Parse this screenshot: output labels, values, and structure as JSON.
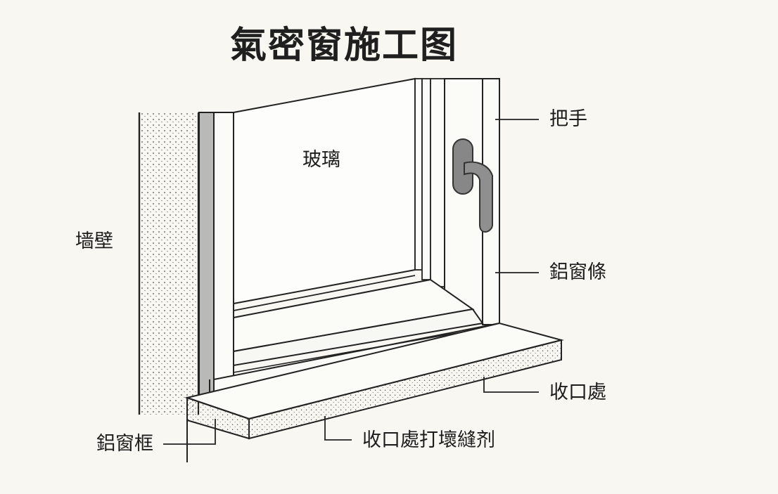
{
  "title": "氣密窗施工图",
  "labels": {
    "glass": "玻璃",
    "wall": "墙壁",
    "handle": "把手",
    "sash": "鋁窗條",
    "finish": "收口處",
    "sealant": "收口處打壞縫剂",
    "frame": "鋁窗框"
  },
  "colors": {
    "background": "#f8f7f1",
    "line": "#222222",
    "wall_fill": "#f4f1e8",
    "sill_fill": "#f3f0e6",
    "handle": "#8b8b8b",
    "text": "#1c1c1c"
  }
}
